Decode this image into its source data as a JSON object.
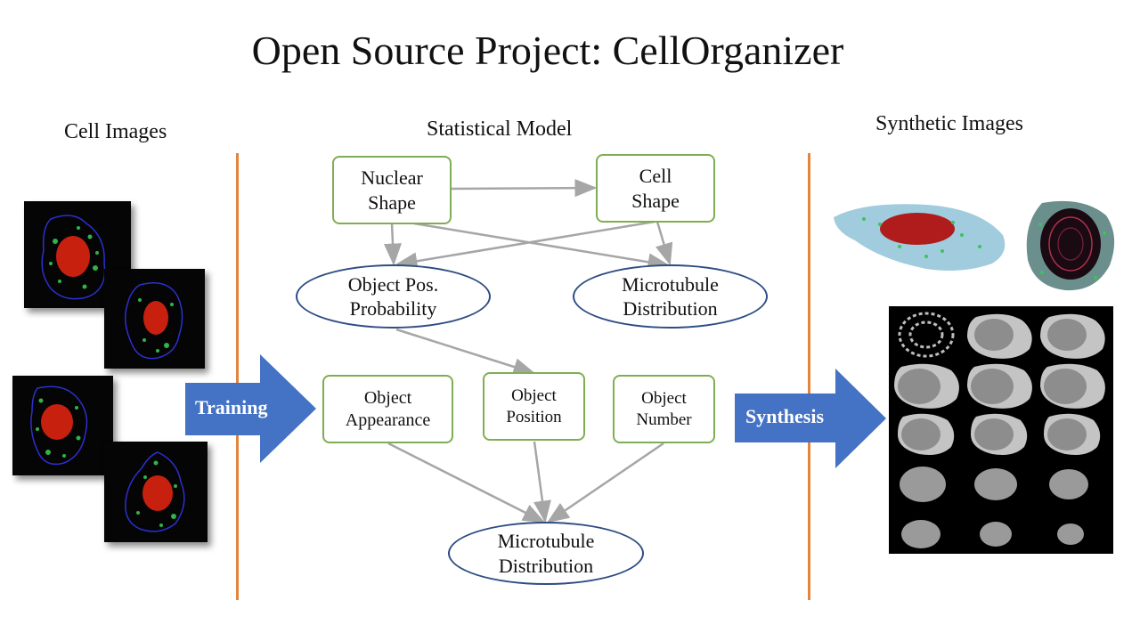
{
  "title": "Open Source Project: CellOrganizer",
  "sections": {
    "cell_images": "Cell Images",
    "statistical_model": "Statistical Model",
    "synthetic_images": "Synthetic Images"
  },
  "arrows": {
    "training": "Training",
    "synthesis": "Synthesis"
  },
  "nodes": {
    "nuclear_shape": "Nuclear\nShape",
    "cell_shape": "Cell\nShape",
    "object_pos_probability": "Object Pos.\nProbability",
    "microtubule_distribution_top": "Microtubule\nDistribution",
    "object_appearance": "Object\nAppearance",
    "object_position": "Object\nPosition",
    "object_number": "Object\nNumber",
    "microtubule_distribution_bottom": "Microtubule\nDistribution"
  },
  "colors": {
    "divider": "#e2863f",
    "arrow_fill": "#4472c4",
    "rect_border": "#7fae52",
    "ellipse_border": "#2e4d82",
    "edge": "#a6a6a6"
  }
}
